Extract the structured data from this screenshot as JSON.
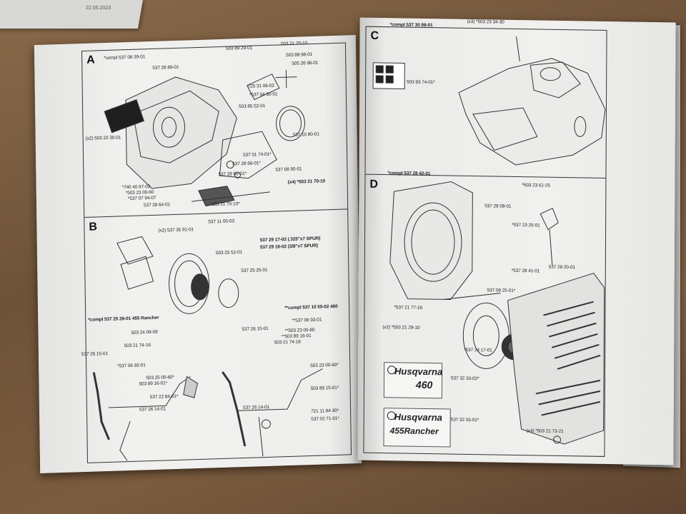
{
  "background": {
    "date_stamp": "22.05.2023"
  },
  "left_page": {
    "section_a": {
      "letter": "A",
      "labels": [
        "*compl 537 08 39-01",
        "537 28 89-01",
        "503 89 29-01",
        "503 21 70-10",
        "503 88 98-01",
        "505 26 96-01",
        "725 31 06-02",
        "*537 04 30-01",
        "503 85 52-01",
        "(x2) 503 22 30-01",
        "537 10 80-01",
        "537 01 74-01*",
        "537 28 66-01*",
        "537 28 65-01*",
        "537 08 90-01",
        "*740 40 67-02",
        "*503 23 00-60",
        "*537 07 94-07",
        "537 28 64-01",
        "(x4) *503 21 70-10",
        "503 21 70-10*"
      ]
    },
    "section_b": {
      "letter": "B",
      "labels": [
        "(x2) 537 35 91-01",
        "537 11 05-03",
        "537 29 17-02 (.325\"x7 SPUR)",
        "537 29 16-02 (3/8\"x7 SPUR)",
        "503 25 52-01",
        "537 25 25-01"
      ]
    },
    "lower": {
      "compl_left": "*compl 537 25 28-01 455 Rancher",
      "compl_right": "**compl 537 10 55-02 460",
      "labels_left": [
        "503 24 09-09",
        "503 21 74-16",
        "537 26 15-01",
        "*537 06 93-01",
        "503 25 00-60*",
        "503 89 16-01*",
        "537 22 84-01*",
        "537 26 14-01"
      ],
      "labels_right": [
        "537 26 15-01",
        "**537 06 93-01",
        "**503 23 00-60",
        "**503 89 16-01",
        "503 21 74-16",
        "503 23 00-60*",
        "503 89 15-01*",
        "537 26 14-01",
        "721 11 84-30*",
        "537 02 71-01*"
      ]
    }
  },
  "right_page": {
    "section_c": {
      "letter": "C",
      "labels": [
        "*compl 537 30 89-01",
        "(x3) *503 23 34-30",
        "503 93 74-01*"
      ]
    },
    "section_d": {
      "letter": "D",
      "labels": [
        "*compl 537 28 42-01",
        "537 28 09-01",
        "*503 23 61-25",
        "*537 23 25-01",
        "*537 28 41-01",
        "537 28 20-01",
        "537 09 25-01*",
        "*537 21 77-16",
        "(x2) *503 21 29-10",
        "*537 24 17-01",
        "537 32 33-02*",
        "537 32 33-01*",
        "(x4) *503 21 73-21"
      ]
    },
    "logo_460": {
      "brand": "Husqvarna",
      "model": "460"
    },
    "logo_455": {
      "brand": "Husqvarna",
      "model": "455Rancher"
    }
  }
}
